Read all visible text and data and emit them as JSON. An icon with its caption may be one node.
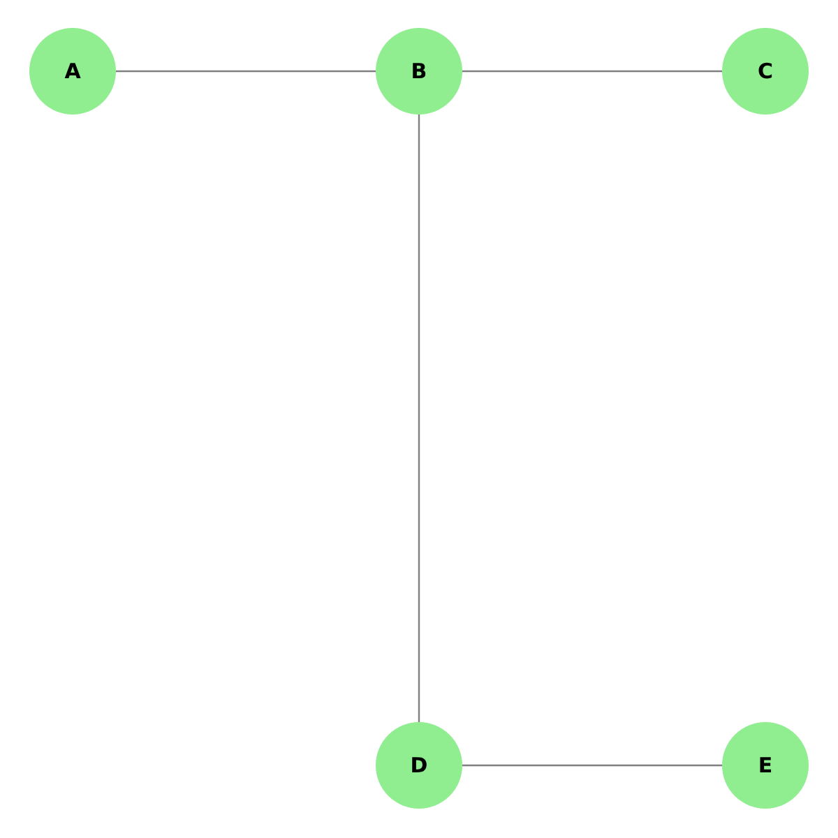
{
  "diagram": {
    "nodes": [
      {
        "text": [
          "A"
        ]
      },
      {
        "text": [
          "B"
        ]
      },
      {
        "text": [
          "C"
        ]
      },
      {
        "text": [
          "D"
        ]
      },
      {
        "text": [
          "E"
        ]
      }
    ],
    "edges": [
      {
        "from": 0,
        "to": 1,
        "arrow": "none"
      },
      {
        "from": 1,
        "to": 2,
        "arrow": "none"
      },
      {
        "from": 1,
        "to": 3,
        "arrow": "none"
      },
      {
        "from": 3,
        "to": 4,
        "arrow": "none"
      }
    ]
  }
}
